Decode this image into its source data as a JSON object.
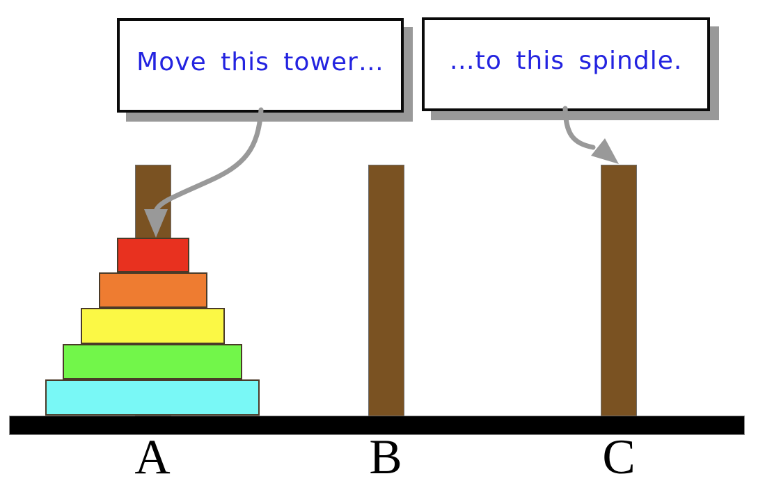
{
  "callouts": [
    {
      "text": "Move this tower…",
      "arrow_points_to": "tower of disks on spindle A"
    },
    {
      "text": "…to this spindle.",
      "arrow_points_to": "top of spindle C"
    }
  ],
  "spindles": [
    {
      "label": "A",
      "disk_count": 5
    },
    {
      "label": "B",
      "disk_count": 0
    },
    {
      "label": "C",
      "disk_count": 0
    }
  ],
  "disks": [
    {
      "size": 1,
      "position": "top",
      "color": "#e8311f"
    },
    {
      "size": 2,
      "position": "second",
      "color": "#ee7c31"
    },
    {
      "size": 3,
      "position": "third",
      "color": "#fbf845"
    },
    {
      "size": 4,
      "position": "fourth",
      "color": "#72f64a"
    },
    {
      "size": 5,
      "position": "bottom",
      "color": "#79f8f6"
    }
  ],
  "colors": {
    "text_blue": "#2323e0",
    "spindle_brown": "#7a5222",
    "base_black": "#000000",
    "arrow_gray": "#999999",
    "shadow_gray": "#999999",
    "box_border_black": "#0a0a0a"
  }
}
